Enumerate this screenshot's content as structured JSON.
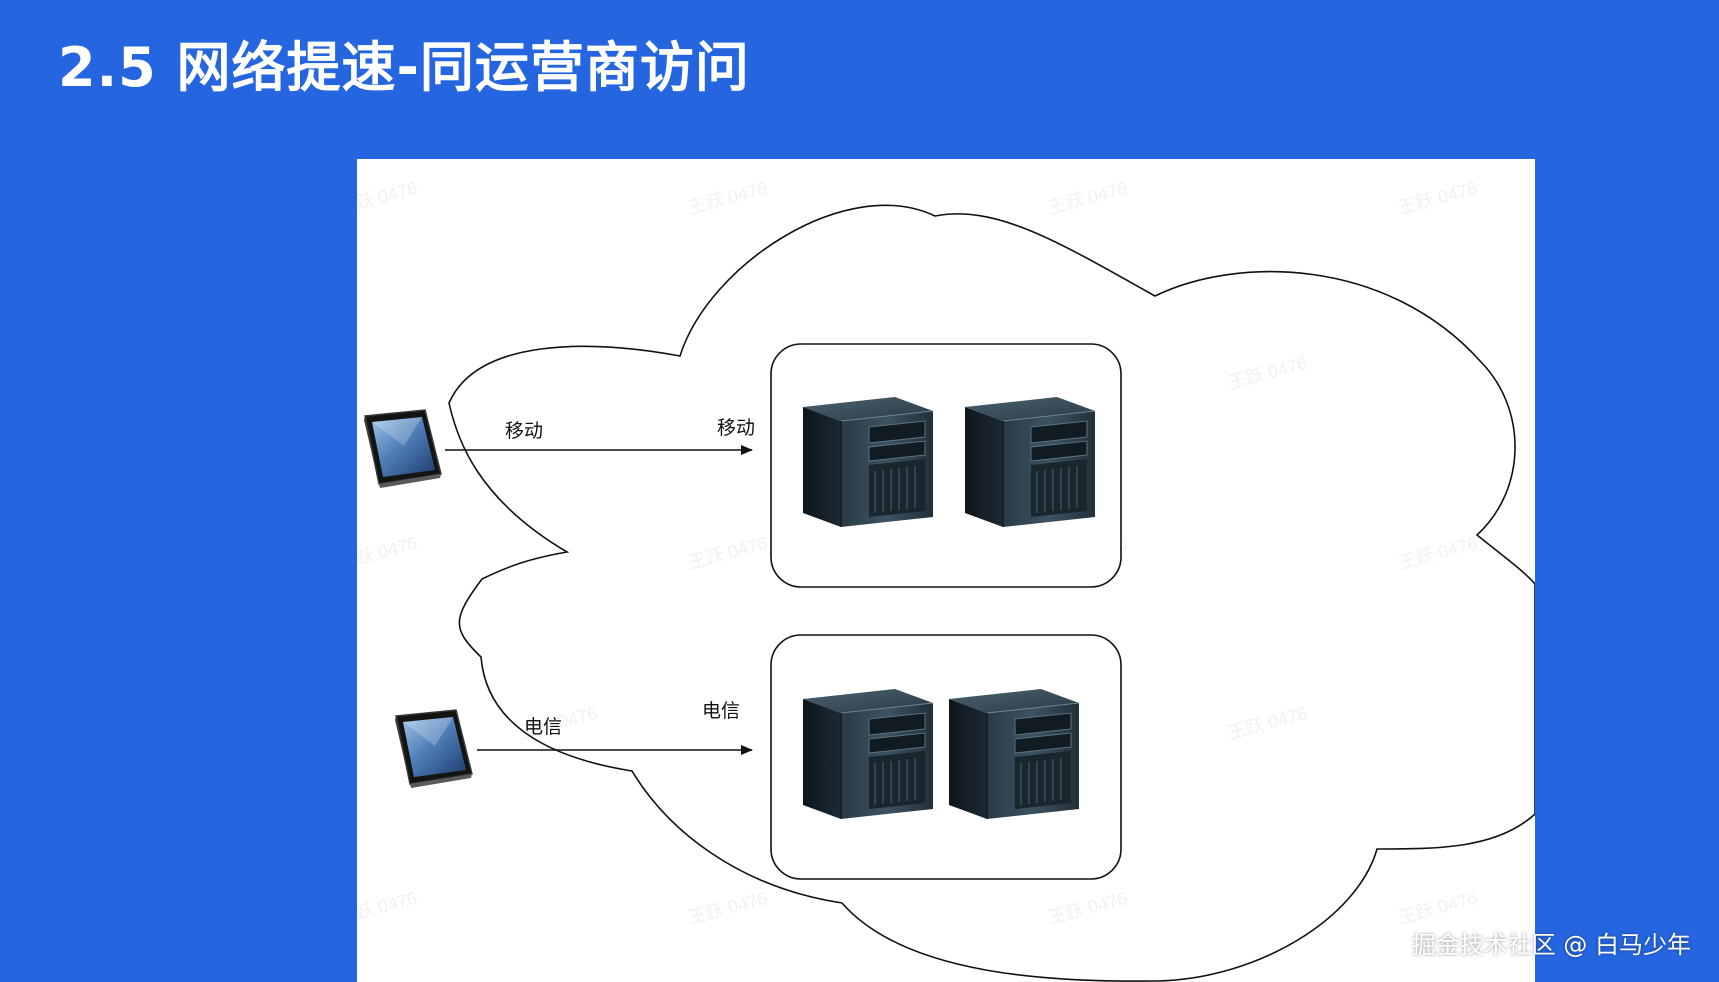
{
  "slide": {
    "title": "2.5 网络提速-同运营商访问",
    "background_color": "#2566e0"
  },
  "diagram": {
    "top_lane": {
      "source_label": "移动",
      "target_label": "移动"
    },
    "bottom_lane": {
      "source_label": "电信",
      "target_label": "电信"
    },
    "watermark_text": "王跃 0476"
  },
  "footer": {
    "credit": "掘金技术社区 @ 白马少年"
  },
  "icons": {
    "client": "tablet-icon",
    "server": "server-tower-icon"
  }
}
